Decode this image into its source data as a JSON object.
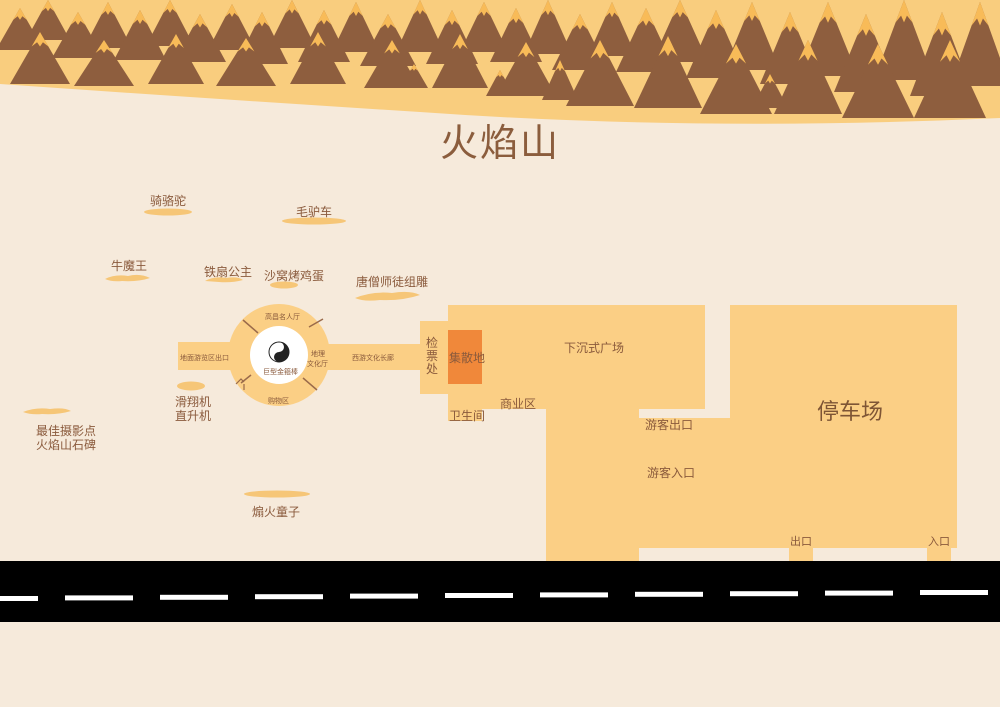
{
  "map": {
    "title": "火焰山",
    "colors": {
      "background": "#f6eadb",
      "mountain": "#8e5e3e",
      "snow": "#f8bb58",
      "sand": "#f9cd7e",
      "zone": "#fbcf85",
      "highlight": "#f0883a",
      "road": "#000000",
      "road_marking": "#ffffff",
      "text": "#8a5a3c"
    }
  },
  "attractions": {
    "camel_ride": "骑骆驼",
    "donkey_cart": "毛驴车",
    "bull_demon_king": "牛魔王",
    "princess_iron_fan": "铁扇公主",
    "sand_eggs": "沙窝烤鸡蛋",
    "tang_monk_statue": "唐僧师徒组雕",
    "glider_line1": "滑翔机",
    "glider_line2": "直升机",
    "photo_spot_line1": "最佳摄影点",
    "photo_spot_line2": "火焰山石碑",
    "fire_boy": "煽火童子"
  },
  "plaza": {
    "gaochang_hall": "高昌名人厅",
    "geo_hall_line1": "地理",
    "geo_hall_line2": "文化厅",
    "shopping": "购物区",
    "underground_exit": "地面游览区出口",
    "golden_staff": "巨型金箍棒",
    "gallery": "西游文化长廊",
    "yin_yang_icon": "yin-yang"
  },
  "facilities": {
    "ticket_check_1": "检",
    "ticket_check_2": "票",
    "ticket_check_3": "处",
    "gathering": "集散地",
    "sunken_plaza": "下沉式广场",
    "commercial": "商业区",
    "restroom": "卫生间",
    "visitor_exit": "游客出口",
    "visitor_entrance": "游客入口",
    "parking": "停车场",
    "exit": "出口",
    "entrance": "入口"
  }
}
